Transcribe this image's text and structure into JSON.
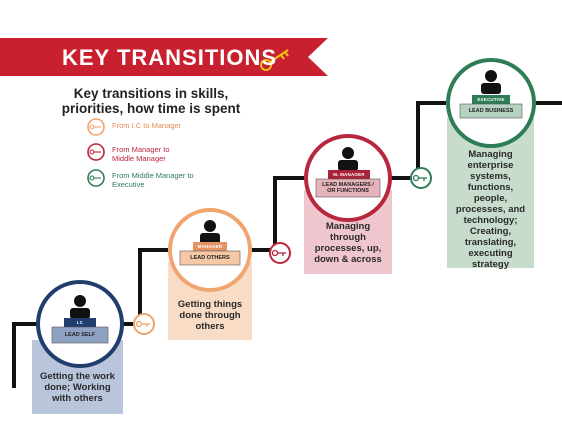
{
  "title": "KEY TRANSITIONS",
  "subtitle": "Key transitions in skills, priorities, how time is spent",
  "legend": [
    {
      "label": "From I.C to Manager",
      "color": "#f0a46e"
    },
    {
      "label": "From Manager to Middle Manager",
      "color": "#b8273d"
    },
    {
      "label": "From Middle Manager to Executive",
      "color": "#2e7d56"
    }
  ],
  "stages": [
    {
      "role": "I.C",
      "label": "LEAD SELF",
      "description": "Getting the work done; Working with others",
      "color": "#1f3d6d"
    },
    {
      "role": "MANAGER",
      "label": "LEAD OTHERS",
      "description": "Getting things done through others",
      "color": "#f0a46e"
    },
    {
      "role": "M. MANAGER",
      "label": "LEAD MANAGERS / OR FUNCTIONS",
      "description": "Managing through processes, up, down & across",
      "color": "#b8273d"
    },
    {
      "role": "EXECUTIVE",
      "label": "LEAD BUSINESS",
      "description": "Managing enterprise systems, functions, people, processes, and technology; Creating, translating, executing strategy",
      "color": "#2e7d56"
    }
  ],
  "colors": {
    "banner": "#c8202f",
    "stair": "#111111",
    "key": "#f2c218"
  }
}
